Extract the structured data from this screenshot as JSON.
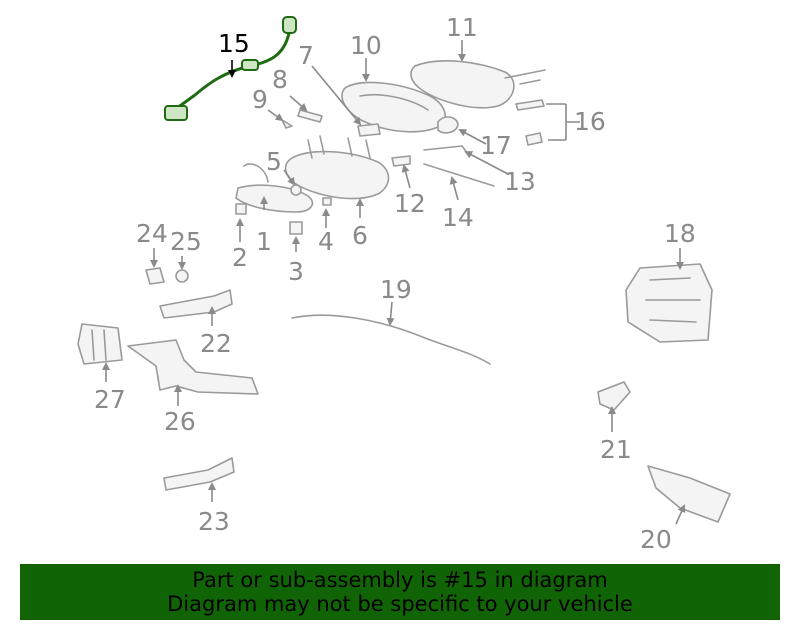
{
  "diagram": {
    "callouts": [
      "1",
      "2",
      "3",
      "4",
      "5",
      "6",
      "7",
      "8",
      "9",
      "10",
      "11",
      "12",
      "13",
      "14",
      "15",
      "16",
      "17",
      "18",
      "19",
      "20",
      "21",
      "22",
      "23",
      "24",
      "25",
      "26",
      "27"
    ],
    "highlighted_callout": "15",
    "highlight_color": "#1e6b12"
  },
  "banner": {
    "line1": "Part or sub-assembly is #15 in diagram",
    "line2": "Diagram may not be specific to your vehicle",
    "background": "#116405"
  }
}
